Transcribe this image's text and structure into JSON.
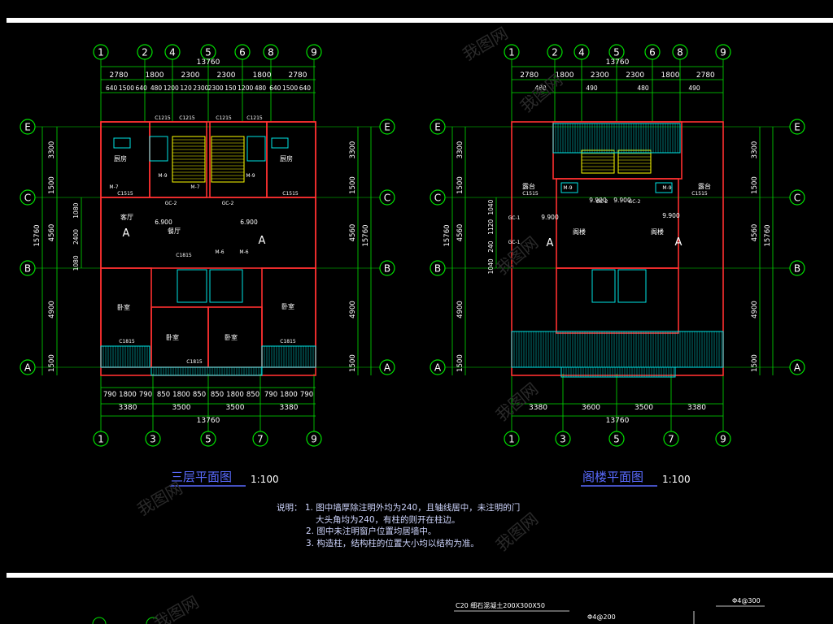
{
  "plans": [
    {
      "id": "left",
      "title": "三层平面图",
      "scale": "1:100",
      "top_axes": [
        "1",
        "2",
        "4",
        "5",
        "6",
        "8",
        "9"
      ],
      "bottom_axes": [
        "1",
        "3",
        "5",
        "7",
        "9"
      ],
      "side_axes": [
        "E",
        "C",
        "B",
        "A"
      ],
      "overall_width": "13760",
      "dim_row1": [
        "2780",
        "1800",
        "2300",
        "2300",
        "1800",
        "2780"
      ],
      "dim_row2": [
        "640",
        "1500",
        "640",
        "480",
        "1200",
        "120",
        "2300",
        "2300",
        "150",
        "1200",
        "480",
        "640",
        "1500",
        "640"
      ],
      "bottom_row1": [
        "790",
        "1800",
        "790",
        "850",
        "1800",
        "850",
        "850",
        "1800",
        "850",
        "790",
        "1800",
        "790"
      ],
      "bottom_row2": [
        "3380",
        "3500",
        "3500",
        "3380"
      ],
      "left_dims_outer": [
        "3300",
        "1500",
        "4560",
        "4900",
        "1500"
      ],
      "left_dims_inner": [
        "1080",
        "2400",
        "1080"
      ],
      "overall_height": "15760",
      "right_dims": [
        "3300",
        "1500",
        "4560",
        "4900",
        "1500"
      ],
      "rooms": [
        "厨房",
        "厨房",
        "客厅",
        "餐厅",
        "卧室",
        "卧室",
        "卧室",
        "卧室"
      ],
      "unit_letters": [
        "A",
        "A"
      ],
      "elevations": [
        "6.900",
        "6.900"
      ],
      "small_labels": [
        "C1215",
        "C1215",
        "C1215",
        "C1215",
        "C1515",
        "C1515",
        "C1815",
        "C1815",
        "C1815",
        "GC-2",
        "GC-2",
        "M-9",
        "M-9",
        "M-7",
        "M-7",
        "M-6",
        "M-6",
        "C1815"
      ]
    },
    {
      "id": "right",
      "title": "阁楼平面图",
      "scale": "1:100",
      "top_axes": [
        "1",
        "2",
        "4",
        "5",
        "6",
        "8",
        "9"
      ],
      "bottom_axes": [
        "1",
        "3",
        "5",
        "7",
        "9"
      ],
      "side_axes": [
        "E",
        "C",
        "B",
        "A"
      ],
      "overall_width": "13760",
      "dim_row1": [
        "2780",
        "1800",
        "2300",
        "2300",
        "1800",
        "2780"
      ],
      "dim_row2": [
        "480",
        "490",
        "480",
        "490"
      ],
      "bottom_row2": [
        "3380",
        "3600",
        "3500",
        "3380"
      ],
      "left_dims_outer": [
        "3300",
        "1500",
        "4560",
        "4900",
        "1500"
      ],
      "left_dims_inner": [
        "1040",
        "1120",
        "240",
        "1040"
      ],
      "overall_height": "15760",
      "right_dims": [
        "3300",
        "1500",
        "4560",
        "4900",
        "1500"
      ],
      "rooms": [
        "露台",
        "露台",
        "阁楼",
        "阁楼"
      ],
      "unit_letters": [
        "A",
        "A"
      ],
      "elevations": [
        "9.900",
        "9.900",
        "9.900",
        "9.900"
      ],
      "small_labels": [
        "GC-2",
        "GC-2",
        "M-9",
        "M-9",
        "C1515",
        "C1515",
        "GC-1",
        "GC-1"
      ]
    }
  ],
  "notes": {
    "label": "说明：",
    "line1": "1. 图中墙厚除注明外均为240，且轴线居中，未注明的门",
    "line2": "大头角均为240，有柱的则开在柱边。",
    "line3": "2. 图中未注明窗户位置均居墙中。",
    "line4": "3. 构造柱，结构柱的位置大小均以结构为准。"
  },
  "bottom_strip": {
    "label1": "C20 细石混凝土200X300X50",
    "label2": "Φ4@200",
    "label3": "Φ4@300"
  },
  "watermark": "我图网",
  "colors": {
    "background": "#000000",
    "axis": "#00e000",
    "dimension": "#ffffff",
    "wall": "#ff3030",
    "title": "#5a6bff",
    "note": "#cfd6ff",
    "stair": "#ffff00",
    "fixture": "#00e5e5"
  }
}
